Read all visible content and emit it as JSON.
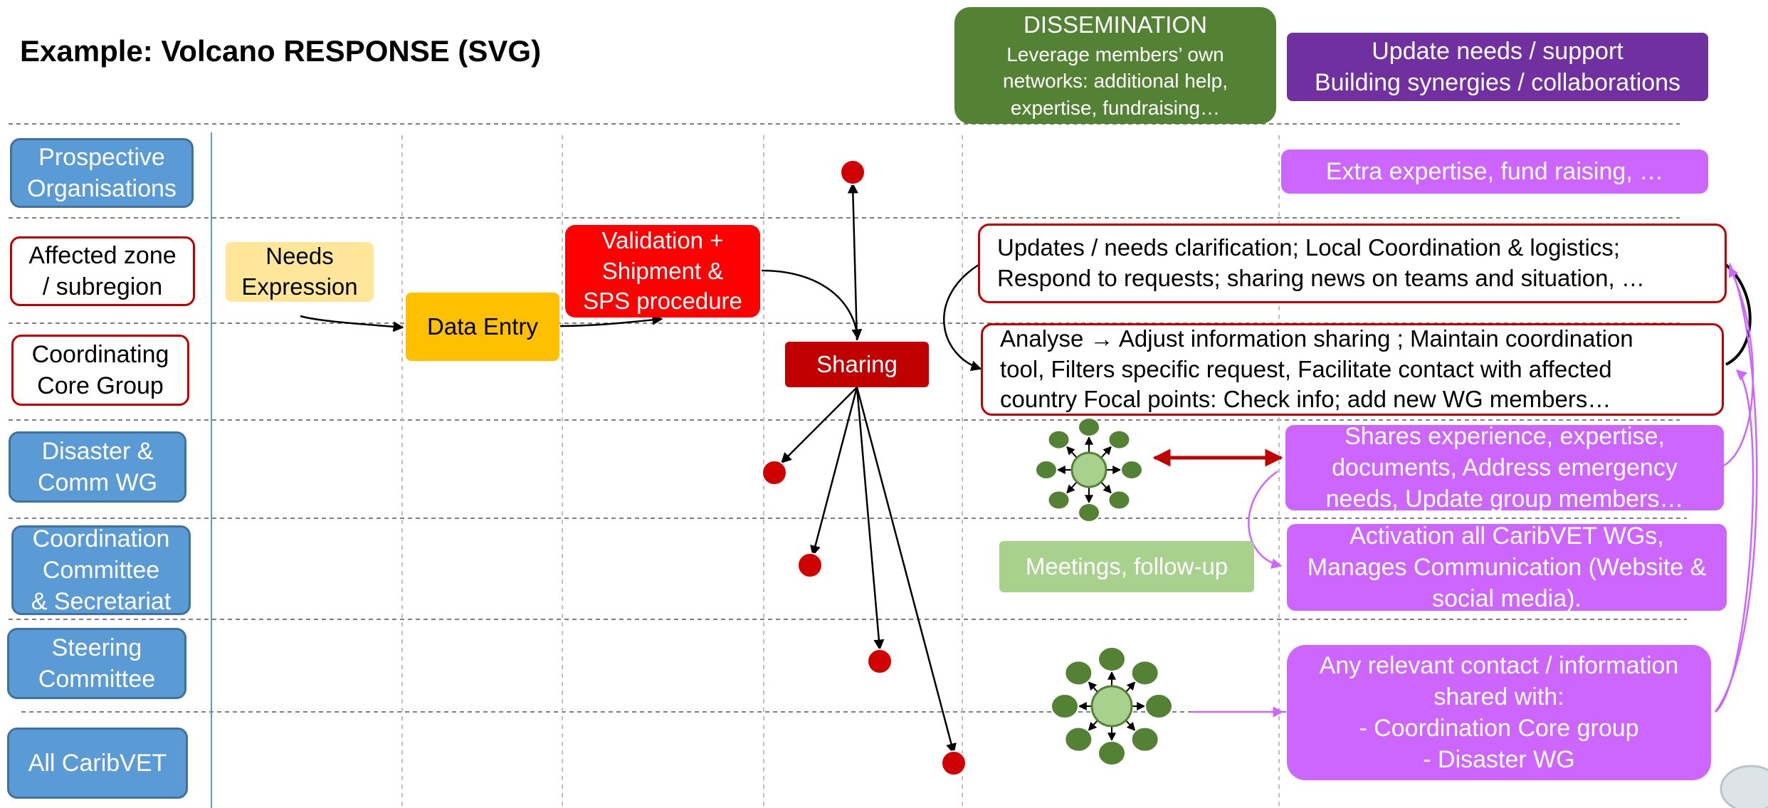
{
  "title": "Example: Volcano RESPONSE (SVG)",
  "lanes": [
    "Prospective\nOrganisations",
    "Affected zone\n/ subregion",
    "Coordinating\nCore Group",
    "Disaster &\nComm WG",
    "Coordination\nCommittee\n& Secretariat",
    "Steering\nCommittee",
    "All CaribVET"
  ],
  "dissemination": {
    "heading": "DISSEMINATION",
    "body": "Leverage members’ own\nnetworks: additional help,\nexpertise, fundraising…"
  },
  "update_needs": "Update needs / support\nBuilding synergies / collaborations",
  "extra_expertise": "Extra expertise, fund raising, …",
  "flow": {
    "needs_expression": "Needs\nExpression",
    "data_entry": "Data Entry",
    "validation": "Validation +\nShipment &\nSPS procedure",
    "sharing": "Sharing"
  },
  "updates_note": "Updates / needs clarification; Local Coordination & logistics;\nRespond to requests; sharing news on teams and situation, …",
  "analyse_note": "Analyse → Adjust information sharing ; Maintain coordination\ntool, Filters specific request, Facilitate contact with affected\ncountry Focal points: Check info; add new WG members…",
  "shares_experience": "Shares experience, expertise,\ndocuments, Address emergency\nneeds, Update group members…",
  "meetings": "Meetings, follow-up",
  "activation": "Activation all CaribVET WGs,\nManages Communication (Website &\nsocial media).",
  "any_contact": "Any relevant contact / information\nshared with:\n- Coordination Core group\n- Disaster WG",
  "colors": {
    "lane_blue": "#5b9bd5",
    "lane_border_red": "#c00000",
    "dissemination_green": "#548235",
    "purple": "#7030a0",
    "magenta": "#cc66ff",
    "needs_yellow": "#ffe699",
    "data_entry_orange": "#ffc000",
    "validation_red": "#ff0000",
    "sharing_darkred": "#c00000",
    "meetings_green": "#a9d18e",
    "node_red": "#d00000",
    "node_green": "#548235",
    "hub_green": "#a9d18e"
  }
}
